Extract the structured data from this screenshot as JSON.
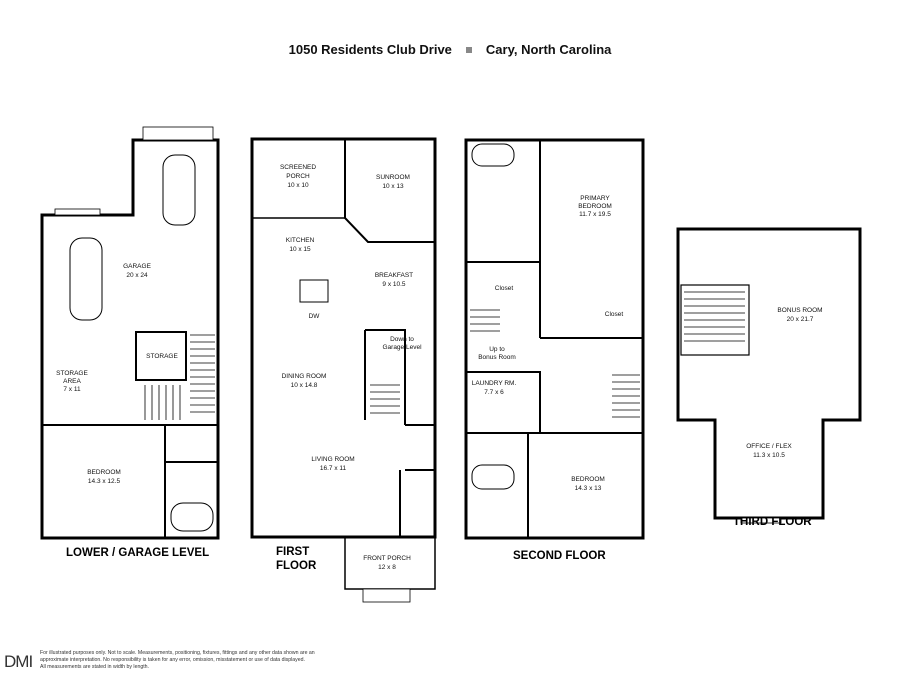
{
  "header": {
    "address": "1050 Residents Club Drive",
    "city": "Cary, North Carolina"
  },
  "floors": {
    "lower": "LOWER / GARAGE LEVEL",
    "first": "FIRST",
    "first2": "FLOOR",
    "second": "SECOND FLOOR",
    "third": "THIRD FLOOR"
  },
  "rooms": {
    "garage": {
      "name": "GARAGE",
      "size": "20 x 24"
    },
    "storage": {
      "name": "STORAGE"
    },
    "storage_area": {
      "name1": "STORAGE",
      "name2": "AREA",
      "size": "7 x 11"
    },
    "lower_bedroom": {
      "name": "BEDROOM",
      "size": "14.3 x 12.5"
    },
    "screened_porch": {
      "name1": "SCREENED",
      "name2": "PORCH",
      "size": "10 x 10"
    },
    "sunroom": {
      "name": "SUNROOM",
      "size": "10 x 13"
    },
    "kitchen": {
      "name": "KITCHEN",
      "size": "10 x 15"
    },
    "breakfast": {
      "name": "BREAKFAST",
      "size": "9 x 10.5"
    },
    "dw": "DW",
    "down_to": {
      "line1": "Down to",
      "line2": "Garage Level"
    },
    "dining": {
      "name": "DINING ROOM",
      "size": "10 x 14.8"
    },
    "living": {
      "name": "LIVING ROOM",
      "size": "16.7 x 11"
    },
    "front_porch": {
      "name": "FRONT PORCH",
      "size": "12 x 8"
    },
    "primary": {
      "name1": "PRIMARY",
      "name2": "BEDROOM",
      "size": "11.7 x 19.5"
    },
    "closet_a": "Closet",
    "closet_b": "Closet",
    "up_to": {
      "line1": "Up to",
      "line2": "Bonus Room"
    },
    "laundry": {
      "name": "LAUNDRY RM.",
      "size": "7.7 x 6"
    },
    "second_bedroom": {
      "name": "BEDROOM",
      "size": "14.3 x 13"
    },
    "bonus": {
      "name": "BONUS ROOM",
      "size": "20 x 21.7"
    },
    "office": {
      "name": "OFFICE / FLEX",
      "size": "11.3 x 10.5"
    }
  },
  "disclaimer": {
    "line1": "For illustrated purposes only. Not to scale. Measurements, positioning, fixtures, fittings and any other data shown are an",
    "line2": "approximate interpretation. No responsibility is taken for any error, omission, misstatement or use of data displayed.",
    "line3": "All measurements are stated in width by length."
  },
  "logo": "DMI"
}
